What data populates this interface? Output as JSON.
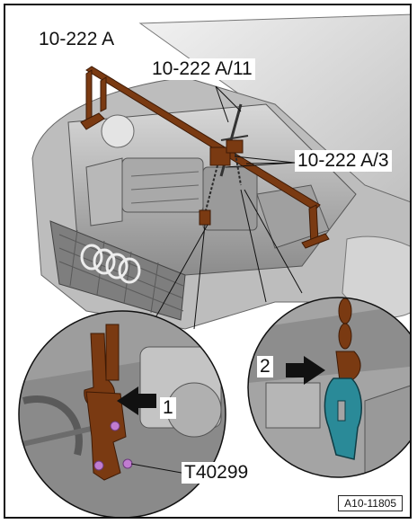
{
  "labels": {
    "beam": "10-222 A",
    "a11": "10-222 A/11",
    "a3": "10-222 A/3",
    "callout_1": "1",
    "callout_2": "2",
    "tool": "T40299"
  },
  "figure_ref": "A10-11805",
  "colors": {
    "tool_brown": "#7a3a12",
    "hook_teal": "#2a8a98",
    "bolt_pink": "#c07cd0",
    "car_gray": "#c8c8c8",
    "arrow_black": "#111111"
  }
}
